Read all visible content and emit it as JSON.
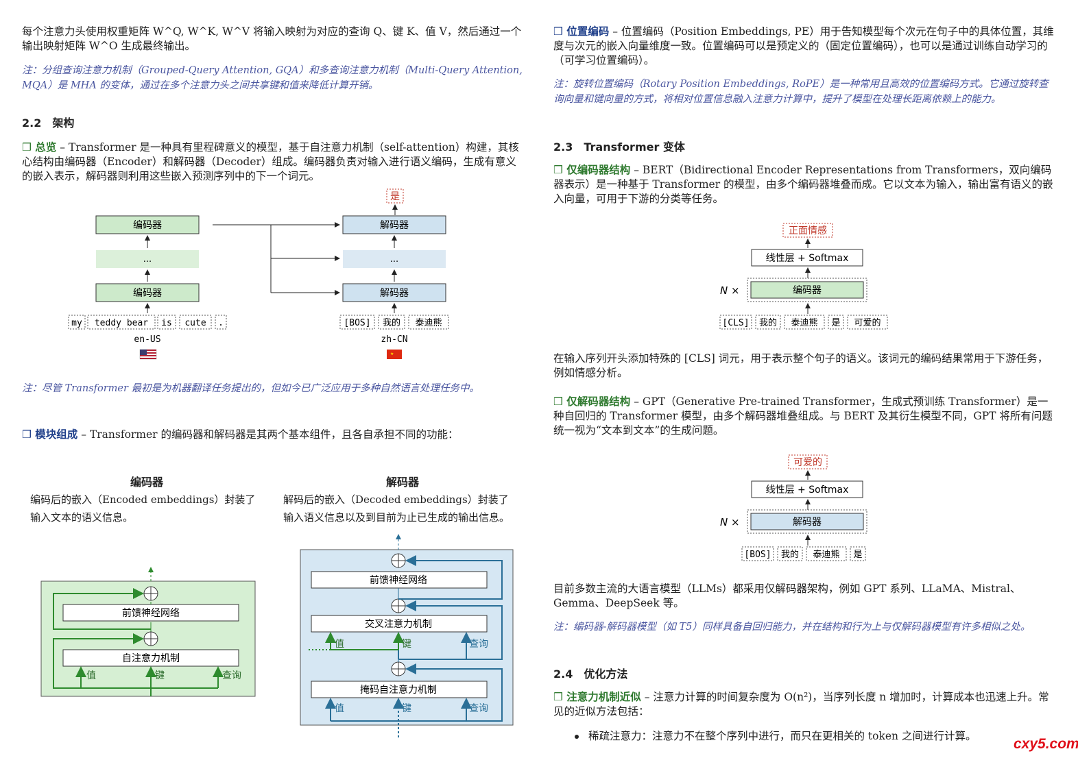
{
  "left": {
    "p1": "每个注意力头使用权重矩阵 W^Q, W^K, W^V 将输入映射为对应的查询 Q、键 K、值 V，然后通过一个输出映射矩阵 W^O 生成最终输出。",
    "note1": "注：分组查询注意力机制（Grouped-Query Attention, GQA）和多查询注意力机制（Multi-Query Attention, MQA）是 MHA 的变体，通过在多个注意力头之间共享键和值来降低计算开销。",
    "sec22": "2.2　架构",
    "overview_kw": "❒ 总览",
    "overview_text": " – Transformer 是一种具有里程碑意义的模型，基于自注意力机制（self-attention）构建，其核心结构由编码器（Encoder）和解码器（Decoder）组成。编码器负责对输入进行语义编码，生成有意义的嵌入表示，解码器则利用这些嵌入预测序列中的下一个词元。",
    "fig1": {
      "encoder": "编码器",
      "decoder": "解码器",
      "dots": "...",
      "output": "是",
      "enc_tokens": [
        "my",
        "teddy bear",
        "is",
        "cute",
        "."
      ],
      "dec_tokens": [
        "[BOS]",
        "我的",
        "泰迪熊"
      ],
      "lang_en": "en-US",
      "lang_zh": "zh-CN"
    },
    "note2": "注：尽管 Transformer 最初是为机器翻译任务提出的，但如今已广泛应用于多种自然语言处理任务中。",
    "modules_kw": "❒ 模块组成",
    "modules_text": " – Transformer 的编码器和解码器是其两个基本组件，且各自承担不同的功能：",
    "enc_title": "编码器",
    "enc_desc_1": "编码后的嵌入（Encoded embeddings）封装了",
    "enc_desc_2": "输入文本的语义信息。",
    "dec_title": "解码器",
    "dec_desc_1": "解码后的嵌入（Decoded embeddings）封装了",
    "dec_desc_2": "输入语义信息以及到目前为止已生成的输出信息。",
    "fig2": {
      "ffn": "前馈神经网络",
      "self_attn": "自注意力机制",
      "cross_attn": "交叉注意力机制",
      "masked_attn": "掩码自注意力机制",
      "value": "值",
      "key": "键",
      "query": "查询"
    }
  },
  "right": {
    "pe_kw": "❒ 位置编码",
    "pe_text": " – 位置编码（Position Embeddings, PE）用于告知模型每个次元在句子中的具体位置，其维度与次元的嵌入向量维度一致。位置编码可以是预定义的（固定位置编码），也可以是通过训练自动学习的（可学习位置编码）。",
    "note3": "注：旋转位置编码（Rotary Position Embeddings, RoPE）是一种常用且高效的位置编码方式。它通过旋转查询向量和键向量的方式，将相对位置信息融入注意力计算中，提升了模型在处理长距离依赖上的能力。",
    "sec23": "2.3　Transformer 变体",
    "enc_only_kw": "❒ 仅编码器结构",
    "enc_only_text": " – BERT（Bidirectional Encoder Representations from Transformers，双向编码器表示）是一种基于 Transformer 的模型，由多个编码器堆叠而成。它以文本为输入，输出富有语义的嵌入向量，可用于下游的分类等任务。",
    "fig3": {
      "output": "正面情感",
      "linear": "线性层 + Softmax",
      "nx": "N ×",
      "encoder": "编码器",
      "tokens": [
        "[CLS]",
        "我的",
        "泰迪熊",
        "是",
        "可爱的"
      ]
    },
    "cls_p": "在输入序列开头添加特殊的 [CLS] 词元，用于表示整个句子的语义。该词元的编码结果常用于下游任务，例如情感分析。",
    "dec_only_kw": "❒ 仅解码器结构",
    "dec_only_text": " – GPT（Generative Pre-trained Transformer，生成式预训练 Transformer）是一种自回归的 Transformer 模型，由多个解码器堆叠组成。与 BERT 及其衍生模型不同，GPT 将所有问题统一视为“文本到文本”的生成问题。",
    "fig4": {
      "output": "可爱的",
      "linear": "线性层 + Softmax",
      "nx": "N ×",
      "decoder": "解码器",
      "tokens": [
        "[BOS]",
        "我的",
        "泰迪熊",
        "是"
      ]
    },
    "llm_p": "目前多数主流的大语言模型（LLMs）都采用仅解码器架构，例如 GPT 系列、LLaMA、Mistral、Gemma、DeepSeek 等。",
    "note4": "注：编码器-解码器模型（如 T5）同样具备自回归能力，并在结构和行为上与仅解码器模型有许多相似之处。",
    "sec24": "2.4　优化方法",
    "approx_kw": "❒ 注意力机制近似",
    "approx_text": " – 注意力计算的时间复杂度为 O(n²)，当序列长度 n 增加时，计算成本也迅速上升。常见的近似方法包括：",
    "bullet1": "稀疏注意力：注意力不在整个序列中进行，而只在更相关的 token 之间进行计算。"
  },
  "watermark": "cxy5.com",
  "colors": {
    "green_fill": "#cdeacb",
    "green_stroke": "#2e8b2e",
    "blue_fill": "#cfe2f0",
    "blue_stroke": "#2a6f97",
    "red": "#c0392b",
    "note": "#4a56a0"
  }
}
